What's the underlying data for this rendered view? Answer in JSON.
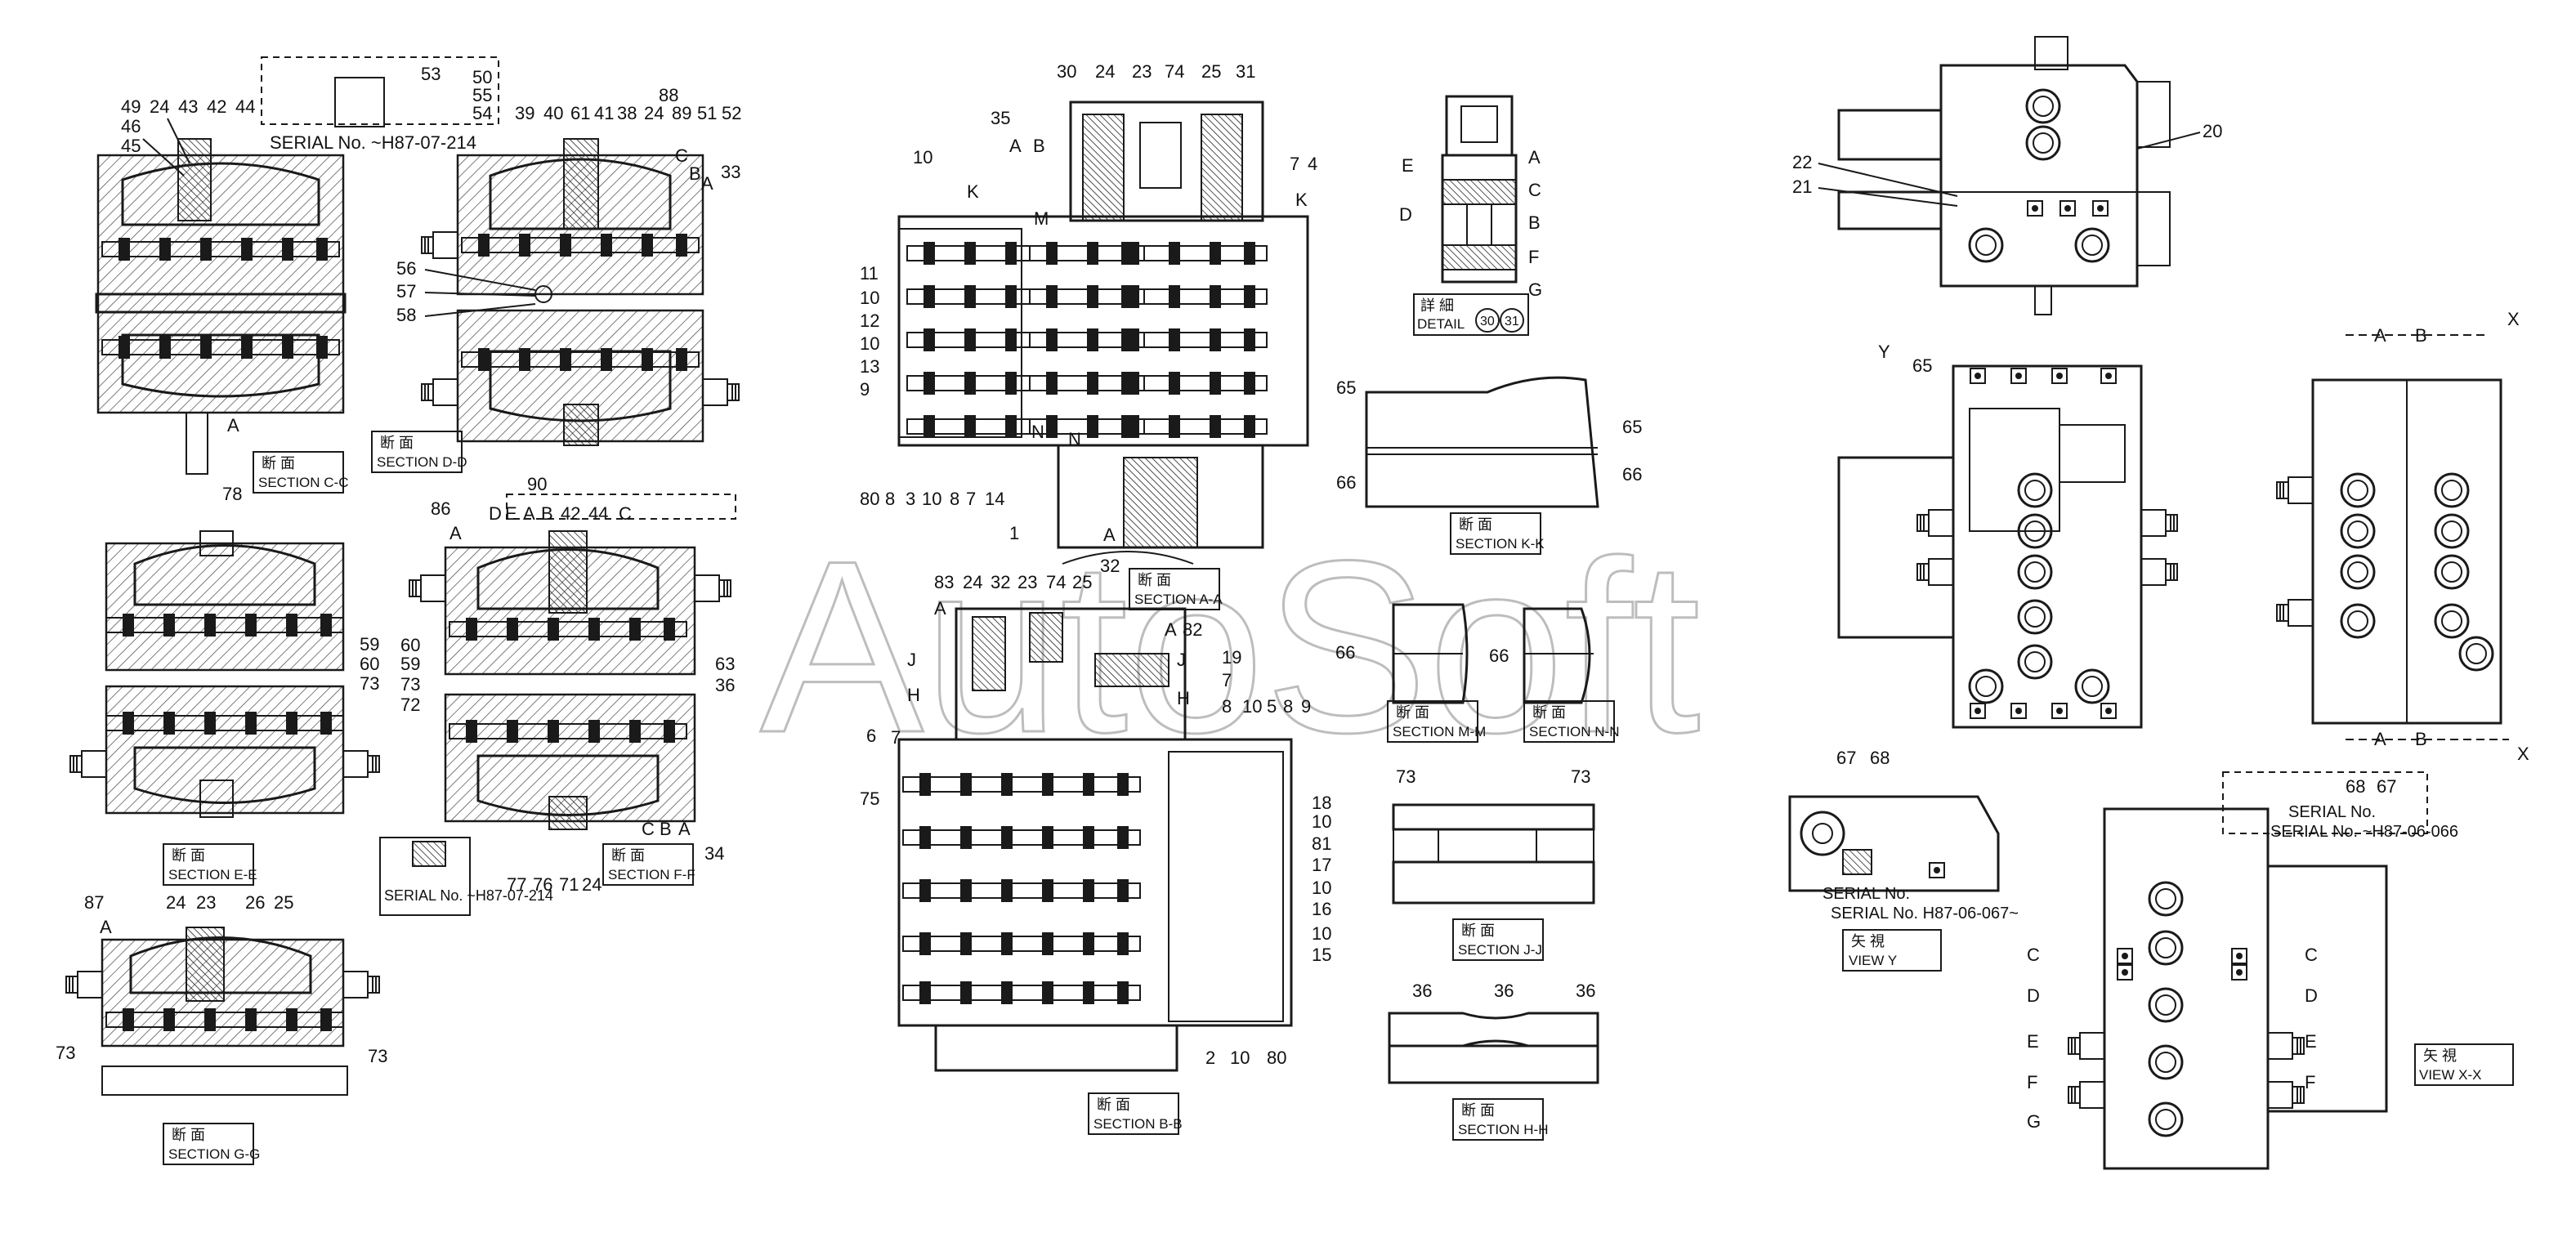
{
  "watermark": "AutoSoft",
  "serials": {
    "top_left": "SERIAL No. ~H87-07-214",
    "ff_inset": "SERIAL No. ~H87-07-214",
    "view_y": "SERIAL No. H87-06-067~",
    "view_xx": "SERIAL No. ~H87-06-066"
  },
  "sections": {
    "cc": {
      "kanji": "断 面",
      "label": "SECTION C-C"
    },
    "dd": {
      "kanji": "断 面",
      "label": "SECTION D-D"
    },
    "ee": {
      "kanji": "断 面",
      "label": "SECTION E-E"
    },
    "ff": {
      "kanji": "断 面",
      "label": "SECTION F-F"
    },
    "gg": {
      "kanji": "断 面",
      "label": "SECTION G-G"
    },
    "aa": {
      "kanji": "断 面",
      "label": "SECTION A-A"
    },
    "bb": {
      "kanji": "断 面",
      "label": "SECTION B-B"
    },
    "kk": {
      "kanji": "断 面",
      "label": "SECTION K-K"
    },
    "mm": {
      "kanji": "断 面",
      "label": "SECTION M-M"
    },
    "nn": {
      "kanji": "断 面",
      "label": "SECTION N-N"
    },
    "jj": {
      "kanji": "断 面",
      "label": "SECTION J-J"
    },
    "hh": {
      "kanji": "断 面",
      "label": "SECTION H-H"
    },
    "detail": {
      "kanji": "詳 細",
      "label": "DETAIL",
      "n1": "30",
      "n2": "31"
    },
    "viewy": {
      "kanji": "矢 視",
      "label": "VIEW Y"
    },
    "viewxx": {
      "kanji": "矢 視",
      "label": "VIEW X-X"
    }
  },
  "callouts": {
    "cc": [
      "49",
      "24",
      "43",
      "42",
      "44",
      "46",
      "45",
      "A",
      "78"
    ],
    "dd": [
      "53",
      "50",
      "55",
      "54",
      "39",
      "40",
      "61",
      "41",
      "38",
      "24",
      "88",
      "89",
      "51",
      "52",
      "C",
      "B",
      "A",
      "33",
      "56",
      "57",
      "58"
    ],
    "ee": [
      "59",
      "60",
      "73"
    ],
    "ff": [
      "86",
      "A",
      "90",
      "D",
      "E",
      "A",
      "B",
      "42",
      "44",
      "C",
      "60",
      "59",
      "73",
      "72",
      "63",
      "36",
      "C",
      "B",
      "A",
      "34",
      "77",
      "76",
      "71",
      "24"
    ],
    "gg": [
      "87",
      "A",
      "24",
      "23",
      "26",
      "25",
      "73",
      "73"
    ],
    "aa": [
      "30",
      "24",
      "23",
      "74",
      "25",
      "31",
      "35",
      "A",
      "B",
      "10",
      "7",
      "4",
      "K",
      "M",
      "K",
      "11",
      "10",
      "12",
      "10",
      "13",
      "9",
      "N",
      "N",
      "80",
      "8",
      "3",
      "10",
      "8",
      "7",
      "14",
      "1",
      "A",
      "32"
    ],
    "bb": [
      "83",
      "24",
      "32",
      "23",
      "74",
      "25",
      "A",
      "A",
      "82",
      "J",
      "J",
      "19",
      "H",
      "H",
      "7",
      "8",
      "10",
      "5",
      "8",
      "9",
      "6",
      "7",
      "75",
      "18",
      "10",
      "81",
      "17",
      "10",
      "16",
      "10",
      "15",
      "2",
      "10",
      "80"
    ],
    "kk": [
      "65",
      "65",
      "66",
      "66"
    ],
    "mm": [
      "66"
    ],
    "nn": [
      "66"
    ],
    "jj": [
      "73",
      "73"
    ],
    "hh": [
      "36",
      "36",
      "36"
    ],
    "detail": [
      "E",
      "A",
      "D",
      "C",
      "B",
      "F",
      "G"
    ],
    "top_assembly": [
      "22",
      "21",
      "20"
    ],
    "front_view": [
      "Y",
      "65"
    ],
    "side_view": [
      "A",
      "B",
      "X",
      "A",
      "B",
      "X"
    ],
    "view_y": [
      "67",
      "68"
    ],
    "view_xx": [
      "68",
      "67",
      "C",
      "C",
      "D",
      "D",
      "E",
      "E",
      "F",
      "F",
      "G"
    ]
  }
}
